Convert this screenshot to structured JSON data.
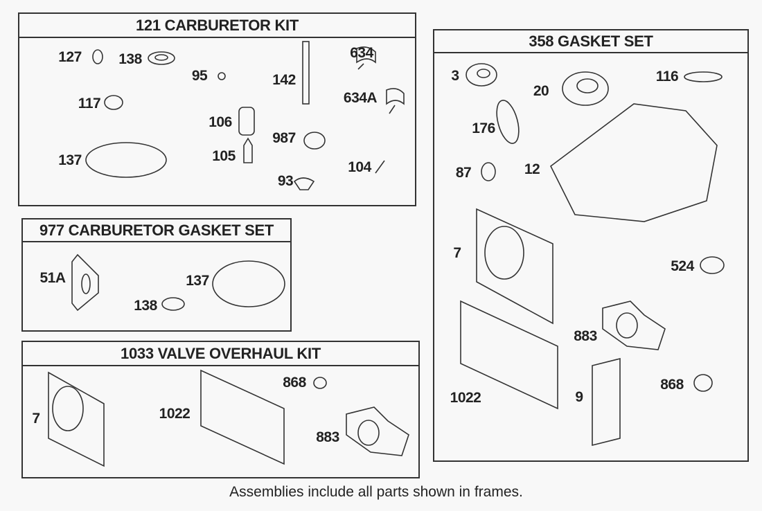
{
  "frames": {
    "carb_kit": {
      "title": "121 CARBURETOR KIT",
      "labels": [
        "127",
        "138",
        "95",
        "142",
        "634",
        "634A",
        "117",
        "106",
        "987",
        "137",
        "105",
        "104",
        "93"
      ]
    },
    "carb_gasket": {
      "title": "977 CARBURETOR GASKET SET",
      "labels": [
        "51A",
        "137",
        "138"
      ]
    },
    "valve_kit": {
      "title": "1033 VALVE OVERHAUL KIT",
      "labels": [
        "7",
        "1022",
        "868",
        "883"
      ]
    },
    "gasket_set": {
      "title": "358 GASKET SET",
      "labels": [
        "3",
        "20",
        "116",
        "176",
        "87",
        "12",
        "7",
        "524",
        "883",
        "1022",
        "9",
        "868"
      ]
    }
  },
  "footer": "Assemblies include all parts shown in frames."
}
